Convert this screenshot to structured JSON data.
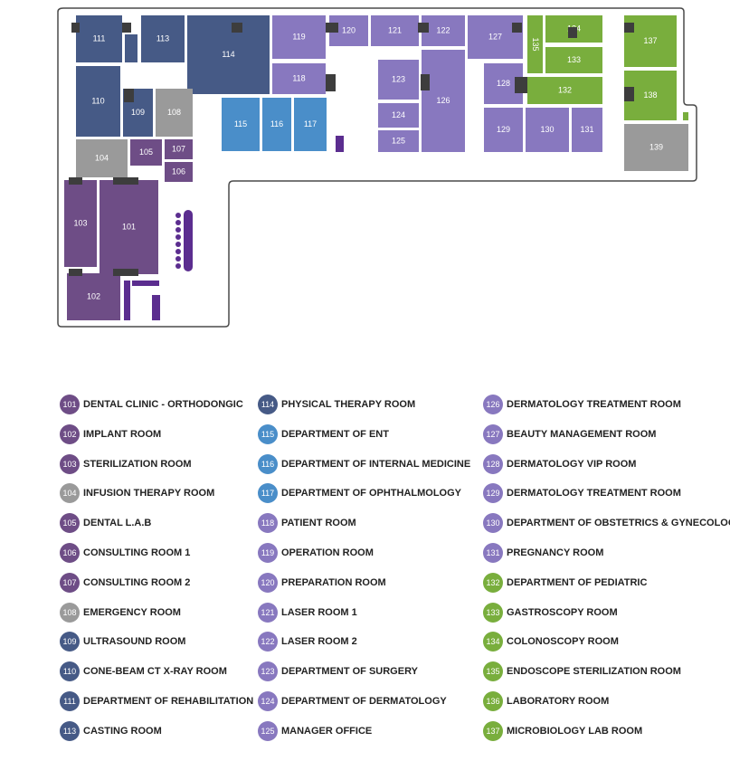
{
  "colors": {
    "dark_purple": "#6e4d86",
    "navy": "#465a86",
    "gray": "#9a9a9a",
    "blue": "#4a8ec9",
    "lavender": "#8878bf",
    "green": "#79ae3d",
    "indigo": "#5b2d8f",
    "door": "#3d3d3d"
  },
  "rooms": [
    {
      "id": "111",
      "color": "navy"
    },
    {
      "id": "113",
      "color": "navy"
    },
    {
      "id": "114",
      "color": "navy"
    },
    {
      "id": "119",
      "color": "lavender"
    },
    {
      "id": "120",
      "color": "lavender"
    },
    {
      "id": "121",
      "color": "lavender"
    },
    {
      "id": "122",
      "color": "lavender"
    },
    {
      "id": "127",
      "color": "lavender"
    },
    {
      "id": "135",
      "color": "green"
    },
    {
      "id": "134",
      "color": "green"
    },
    {
      "id": "133",
      "color": "green"
    },
    {
      "id": "137",
      "color": "green"
    },
    {
      "id": "118",
      "color": "lavender"
    },
    {
      "id": "123",
      "color": "lavender"
    },
    {
      "id": "126",
      "color": "lavender"
    },
    {
      "id": "128",
      "color": "lavender"
    },
    {
      "id": "132",
      "color": "green"
    },
    {
      "id": "138",
      "color": "green"
    },
    {
      "id": "110",
      "color": "navy"
    },
    {
      "id": "109",
      "color": "navy"
    },
    {
      "id": "108",
      "color": "gray"
    },
    {
      "id": "115",
      "color": "blue"
    },
    {
      "id": "116",
      "color": "blue"
    },
    {
      "id": "117",
      "color": "blue"
    },
    {
      "id": "124",
      "color": "lavender"
    },
    {
      "id": "125",
      "color": "lavender"
    },
    {
      "id": "129",
      "color": "lavender"
    },
    {
      "id": "130",
      "color": "lavender"
    },
    {
      "id": "131",
      "color": "lavender"
    },
    {
      "id": "139",
      "color": "gray"
    },
    {
      "id": "104",
      "color": "gray"
    },
    {
      "id": "105",
      "color": "dark_purple"
    },
    {
      "id": "107",
      "color": "dark_purple"
    },
    {
      "id": "106",
      "color": "dark_purple"
    },
    {
      "id": "103",
      "color": "dark_purple"
    },
    {
      "id": "101",
      "color": "dark_purple"
    },
    {
      "id": "102",
      "color": "dark_purple"
    }
  ],
  "legend": [
    [
      {
        "num": "101",
        "name": "DENTAL CLINIC - ORTHODONGIC",
        "color": "dark_purple"
      },
      {
        "num": "102",
        "name": "IMPLANT ROOM",
        "color": "dark_purple"
      },
      {
        "num": "103",
        "name": "STERILIZATION ROOM",
        "color": "dark_purple"
      },
      {
        "num": "104",
        "name": "INFUSION THERAPY ROOM",
        "color": "gray"
      },
      {
        "num": "105",
        "name": "DENTAL L.A.B",
        "color": "dark_purple"
      },
      {
        "num": "106",
        "name": "CONSULTING ROOM 1",
        "color": "dark_purple"
      },
      {
        "num": "107",
        "name": "CONSULTING ROOM 2",
        "color": "dark_purple"
      },
      {
        "num": "108",
        "name": "EMERGENCY ROOM",
        "color": "gray"
      },
      {
        "num": "109",
        "name": "ULTRASOUND ROOM",
        "color": "navy"
      },
      {
        "num": "110",
        "name": "CONE-BEAM CT X-RAY ROOM",
        "color": "navy"
      },
      {
        "num": "111",
        "name": "DEPARTMENT OF REHABILITATION",
        "color": "navy"
      },
      {
        "num": "113",
        "name": "CASTING ROOM",
        "color": "navy"
      }
    ],
    [
      {
        "num": "114",
        "name": "PHYSICAL THERAPY ROOM",
        "color": "navy"
      },
      {
        "num": "115",
        "name": "DEPARTMENT OF ENT",
        "color": "blue"
      },
      {
        "num": "116",
        "name": "DEPARTMENT OF INTERNAL MEDICINE",
        "color": "blue"
      },
      {
        "num": "117",
        "name": "DEPARTMENT OF OPHTHALMOLOGY",
        "color": "blue"
      },
      {
        "num": "118",
        "name": "PATIENT ROOM",
        "color": "lavender"
      },
      {
        "num": "119",
        "name": "OPERATION ROOM",
        "color": "lavender"
      },
      {
        "num": "120",
        "name": "PREPARATION ROOM",
        "color": "lavender"
      },
      {
        "num": "121",
        "name": "LASER ROOM 1",
        "color": "lavender"
      },
      {
        "num": "122",
        "name": "LASER ROOM 2",
        "color": "lavender"
      },
      {
        "num": "123",
        "name": "DEPARTMENT OF SURGERY",
        "color": "lavender"
      },
      {
        "num": "124",
        "name": "DEPARTMENT OF DERMATOLOGY",
        "color": "lavender"
      },
      {
        "num": "125",
        "name": "MANAGER OFFICE",
        "color": "lavender"
      }
    ],
    [
      {
        "num": "126",
        "name": "DERMATOLOGY TREATMENT ROOM",
        "color": "lavender"
      },
      {
        "num": "127",
        "name": "BEAUTY MANAGEMENT ROOM",
        "color": "lavender"
      },
      {
        "num": "128",
        "name": "DERMATOLOGY VIP ROOM",
        "color": "lavender"
      },
      {
        "num": "129",
        "name": "DERMATOLOGY TREATMENT ROOM",
        "color": "lavender"
      },
      {
        "num": "130",
        "name": "DEPARTMENT OF OBSTETRICS & GYNECOLOGY",
        "color": "lavender"
      },
      {
        "num": "131",
        "name": "PREGNANCY ROOM",
        "color": "lavender"
      },
      {
        "num": "132",
        "name": "DEPARTMENT OF PEDIATRIC",
        "color": "green"
      },
      {
        "num": "133",
        "name": "GASTROSCOPY ROOM",
        "color": "green"
      },
      {
        "num": "134",
        "name": "COLONOSCOPY ROOM",
        "color": "green"
      },
      {
        "num": "135",
        "name": "ENDOSCOPE STERILIZATION ROOM",
        "color": "green"
      },
      {
        "num": "136",
        "name": "LABORATORY ROOM",
        "color": "green"
      },
      {
        "num": "137",
        "name": "MICROBIOLOGY LAB ROOM",
        "color": "green"
      }
    ]
  ]
}
